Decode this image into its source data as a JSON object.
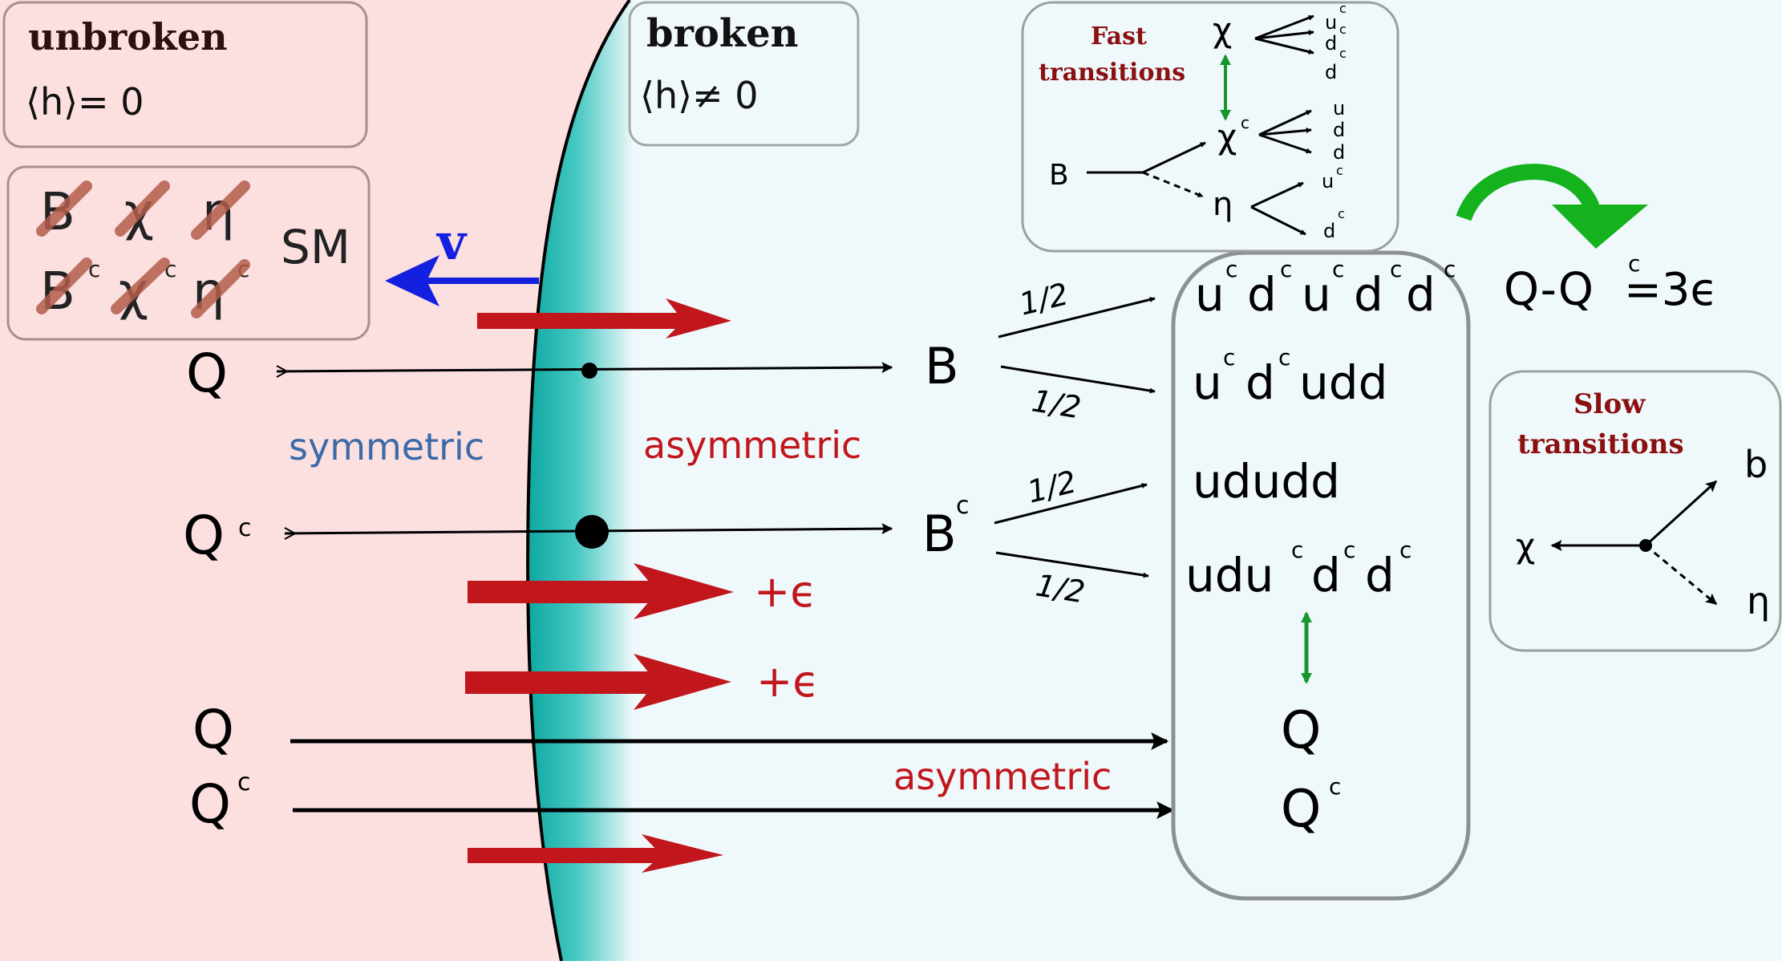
{
  "unbroken": {
    "title": "unbroken",
    "vev": "⟨h⟩= 0"
  },
  "broken": {
    "title": "broken",
    "vev": "⟨h⟩≠ 0"
  },
  "species": {
    "b": "B",
    "chi": "χ",
    "eta": "η",
    "c": "c",
    "sm": "SM"
  },
  "wall": {
    "velocity": "v"
  },
  "labels": {
    "symmetric": "symmetric",
    "asymmetric": "asymmetric",
    "plus_eps": "+ϵ",
    "q": "Q",
    "qc": "Q",
    "b_out": "B",
    "bc_out": "B",
    "half": "1/2"
  },
  "products": {
    "c": "c",
    "row1": [
      "u",
      "d",
      "u",
      "d",
      "d"
    ],
    "row2": [
      "u",
      "d",
      "udd"
    ],
    "row3": "ududd",
    "row4": [
      "udu",
      "d",
      "d"
    ],
    "q": "Q",
    "qc": "Q"
  },
  "relation": {
    "lhs": "Q-Q",
    "c": "c",
    "rhs": "=3ϵ"
  },
  "fast": {
    "title1": "Fast",
    "title2": "transitions",
    "chi": "χ",
    "chic": "χ",
    "b": "B",
    "eta": "η",
    "c": "c",
    "u": "u",
    "d": "d"
  },
  "slow": {
    "title1": "Slow",
    "title2": "transitions",
    "chi": "χ",
    "b": "b",
    "eta": "η"
  },
  "colors": {
    "unbroken_bg": "#fce0e0",
    "broken_bg": "#eff8fb",
    "wall": "#1fb5b0",
    "red": "#c0161c",
    "blue": "#1420e0",
    "green": "#14962a",
    "dark_red": "#8b1010"
  }
}
